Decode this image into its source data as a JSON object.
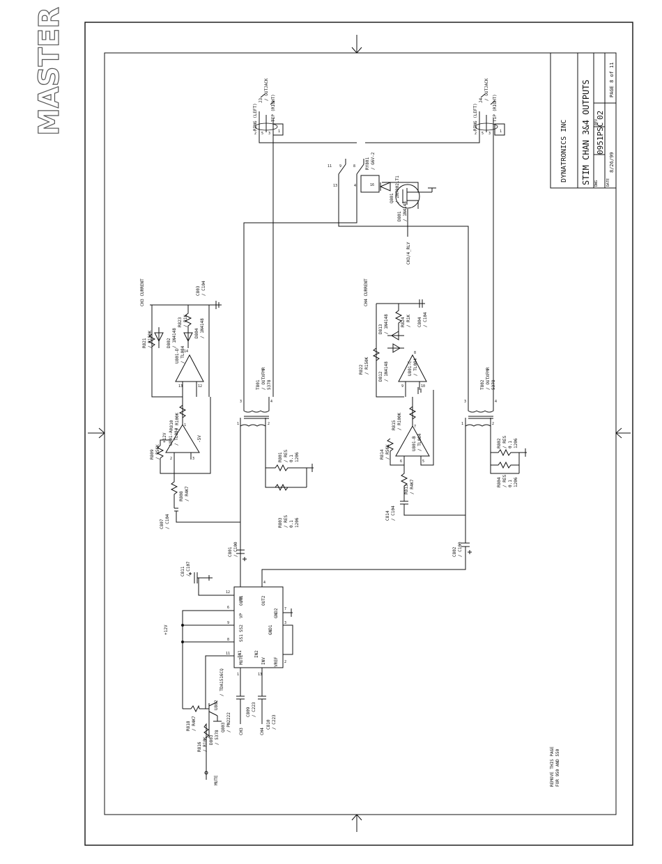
{
  "stamp": "MASTER",
  "title_block": {
    "company": "DYNATRONICS INC",
    "title": "STIM CHAN 3&4 OUTPUTS",
    "dwg_label": "DWG",
    "dwg_number": "0951PSC",
    "rev_label": "REV",
    "rev": "02",
    "date_label": "DATE",
    "date": "8/26/99",
    "page": "PAGE 8 of 11"
  },
  "note": [
    "REMOVE THIS PAGE",
    "FOR 950 AND 550"
  ],
  "labels": {
    "ch3_current": "CH3 CURRENT",
    "ch4_current": "CH4 CURRENT",
    "ch3_4_rly": "CH3/4_RLY",
    "mute": "MUTE",
    "ch3": "CH3",
    "ch4": "CH4",
    "plus12v": "+12V",
    "v_plus12": "+12V",
    "v_minus5": "-5V"
  },
  "jacks": {
    "j3_ref": "J3",
    "j3_val": "/ OUTJACK",
    "j4_ref": "J4",
    "j4_val": "/ OUTJACK",
    "ring": "RING (LEFT)",
    "tip": "TIP (RIGHT)"
  },
  "parts": {
    "ry801": "RY801",
    "ry801_v": "/ G6V-2",
    "q801": "Q801",
    "q801_v": "/ 2N7002LT1",
    "d801": "D801",
    "d801_v": "/ 1N4148",
    "t801": "T801",
    "t801_v": "/ OUTXFMR",
    "t801_n": "5378",
    "t802": "T802",
    "t802_v": "/ OUTXFMR",
    "t802_n": "5378",
    "u801a": "U801-A",
    "u801a_v": "/ TL084",
    "u801b": "U801-B",
    "u801b_v": "/ TL084",
    "u801c": "U801-C",
    "u801c_v": "/ TL084",
    "u801d": "U801-D",
    "u801d_v": "/ TL084",
    "u802": "U802",
    "u802_v": "/ TDA1516CQ",
    "q803": "Q803",
    "q803_v": "/ PN2222",
    "r801": "R801",
    "r801_v": "/ RES",
    "r801_w": "0.1",
    "r801_s": "1206",
    "r802": "R802",
    "r802_v": "/ RES",
    "r802_w": "0.1",
    "r802_s": "1206",
    "r803": "R803",
    "r803_v": "/ RES",
    "r803_w": "0.1",
    "r803_s": "1206",
    "r804": "R804",
    "r804_v": "/ RES",
    "r804_w": "0.1",
    "r804_s": "1206",
    "r808": "R808",
    "r808_v": "/ R4K7",
    "r809": "R809",
    "r809_v": "/ R56K",
    "r810": "R810",
    "r810_v": "/ R100K",
    "r813": "R813",
    "r813_v": "/ R4K7",
    "r814": "R814",
    "r814_v": "/ R56K",
    "r815": "R815",
    "r815_v": "/ R100K",
    "r816": "R816",
    "r816_v": "/ R10K",
    "r818": "R818",
    "r818_v": "/ R4K7",
    "r821": "R821",
    "r821_v": "/ R150K",
    "r822": "R822",
    "r822_v": "/ R150K",
    "r823": "R823",
    "r823_v": "/ R1K",
    "r824": "R824",
    "r824_v": "/ R1K",
    "c801": "C801",
    "c801_v": "/ C100",
    "c802": "C802",
    "c802_v": "/ C100",
    "c803": "C803",
    "c803_v": "/ C104",
    "c804": "C804",
    "c804_v": "/ C104",
    "c807": "C807",
    "c807_v": "/ C104",
    "c809": "C809",
    "c809_v": "/ C223",
    "c810": "C810",
    "c810_v": "/ C223",
    "c811": "C811",
    "c811_v": "/ C107",
    "c814": "C814",
    "c814_v": "/ C104",
    "d802": "D802",
    "d802_v": "/ 1N4148",
    "d803": "D803",
    "d803_v": "/ 5378",
    "d804": "D804",
    "d804_v": "/ 1N4148",
    "d812": "D812",
    "d812_v": "/ 1N4148",
    "d813": "D813",
    "d813_v": "/ 1N4148"
  },
  "amp_pins": {
    "mute": "MUTE",
    "ss1": "SS1",
    "ss2": "SS2",
    "vp": "VP",
    "rr": "RR",
    "in1": "IN1",
    "in2": "IN2",
    "inv": "INV",
    "vref": "VREF",
    "out1": "OUT1",
    "out2": "OUT2",
    "gnd1": "GND1",
    "gnd2": "GND2"
  },
  "pin_numbers": {
    "n1": "1",
    "n2": "2",
    "n3": "3",
    "n4": "4",
    "n5": "5",
    "n6": "6",
    "n7": "7",
    "n8": "8",
    "n9": "9",
    "n10": "10",
    "n11": "11",
    "n12": "12",
    "n13": "13",
    "n14": "14",
    "n16": "16"
  }
}
